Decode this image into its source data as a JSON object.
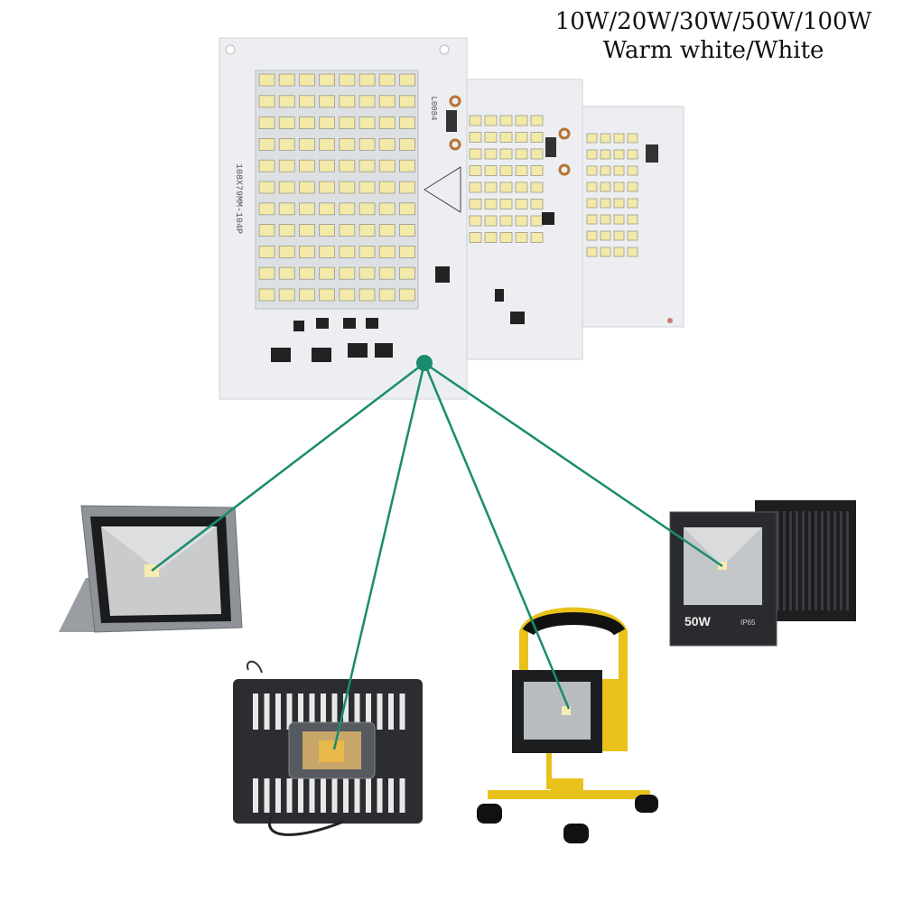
{
  "header": {
    "line1": "10W/20W/30W/50W/100W",
    "line2": "Warm white/White"
  },
  "board": {
    "large_label": "108X79MM-104P",
    "code_label": "L0084"
  },
  "fixtures": {
    "black_flood_wattage": "50W",
    "black_flood_rating": "IP65"
  },
  "colors": {
    "connector": "#1a8c6e",
    "led": "#f3e9a8",
    "pcb": "#ecedf0",
    "housing_dark": "#2b2d31",
    "housing_gray": "#8a8d92",
    "yellow_frame": "#e8c21a"
  }
}
